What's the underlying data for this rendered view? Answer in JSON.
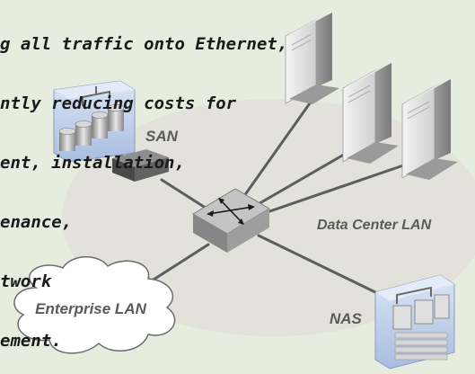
{
  "caption": {
    "lines": [
      "g all traffic onto Ethernet,",
      "ntly reducing costs for",
      "ent, installation,",
      "enance,",
      "twork",
      "ement."
    ]
  },
  "labels": {
    "san": "SAN",
    "data_center_lan": "Data Center LAN",
    "nas": "NAS",
    "enterprise_lan": "Enterprise LAN"
  },
  "colors": {
    "background": "#e6eddf",
    "ellipse": "#e2e2da",
    "cable": "#5a5e5c",
    "label": "#5a5a5a",
    "storage_box": "#b8c8e6"
  },
  "icons": {
    "servers": "server-tower-icon",
    "switch": "network-switch-icon",
    "san": "storage-array-icon",
    "nas": "nas-storage-icon",
    "cloud": "cloud-icon"
  }
}
